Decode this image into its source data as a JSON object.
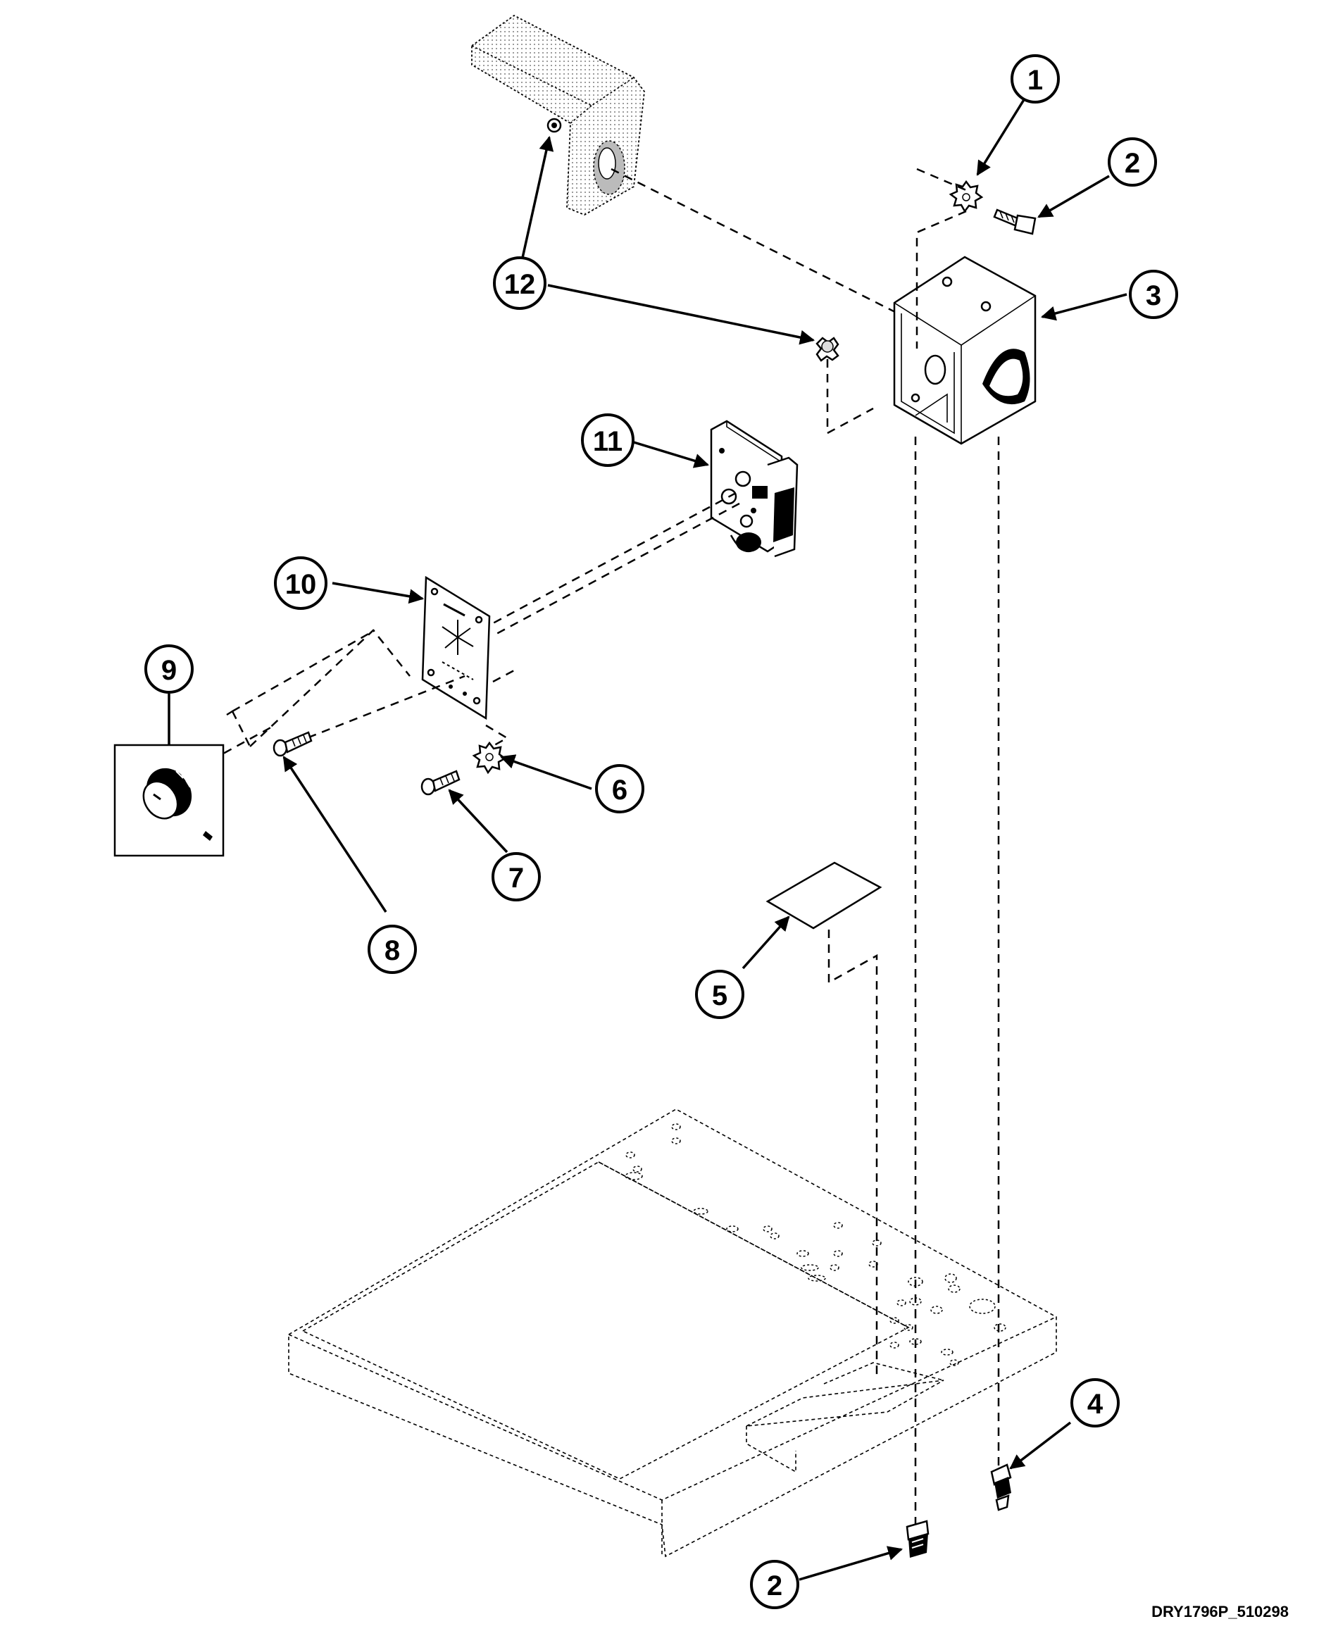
{
  "diagram": {
    "drawing_code": "DRY1796P_510298",
    "callouts": [
      {
        "id": "c1",
        "label": "1"
      },
      {
        "id": "c2a",
        "label": "2"
      },
      {
        "id": "c3",
        "label": "3"
      },
      {
        "id": "c4",
        "label": "4"
      },
      {
        "id": "c5",
        "label": "5"
      },
      {
        "id": "c6",
        "label": "6"
      },
      {
        "id": "c7",
        "label": "7"
      },
      {
        "id": "c8",
        "label": "8"
      },
      {
        "id": "c9",
        "label": "9"
      },
      {
        "id": "c10",
        "label": "10"
      },
      {
        "id": "c11",
        "label": "11"
      },
      {
        "id": "c12",
        "label": "12"
      },
      {
        "id": "c2b",
        "label": "2"
      }
    ]
  }
}
